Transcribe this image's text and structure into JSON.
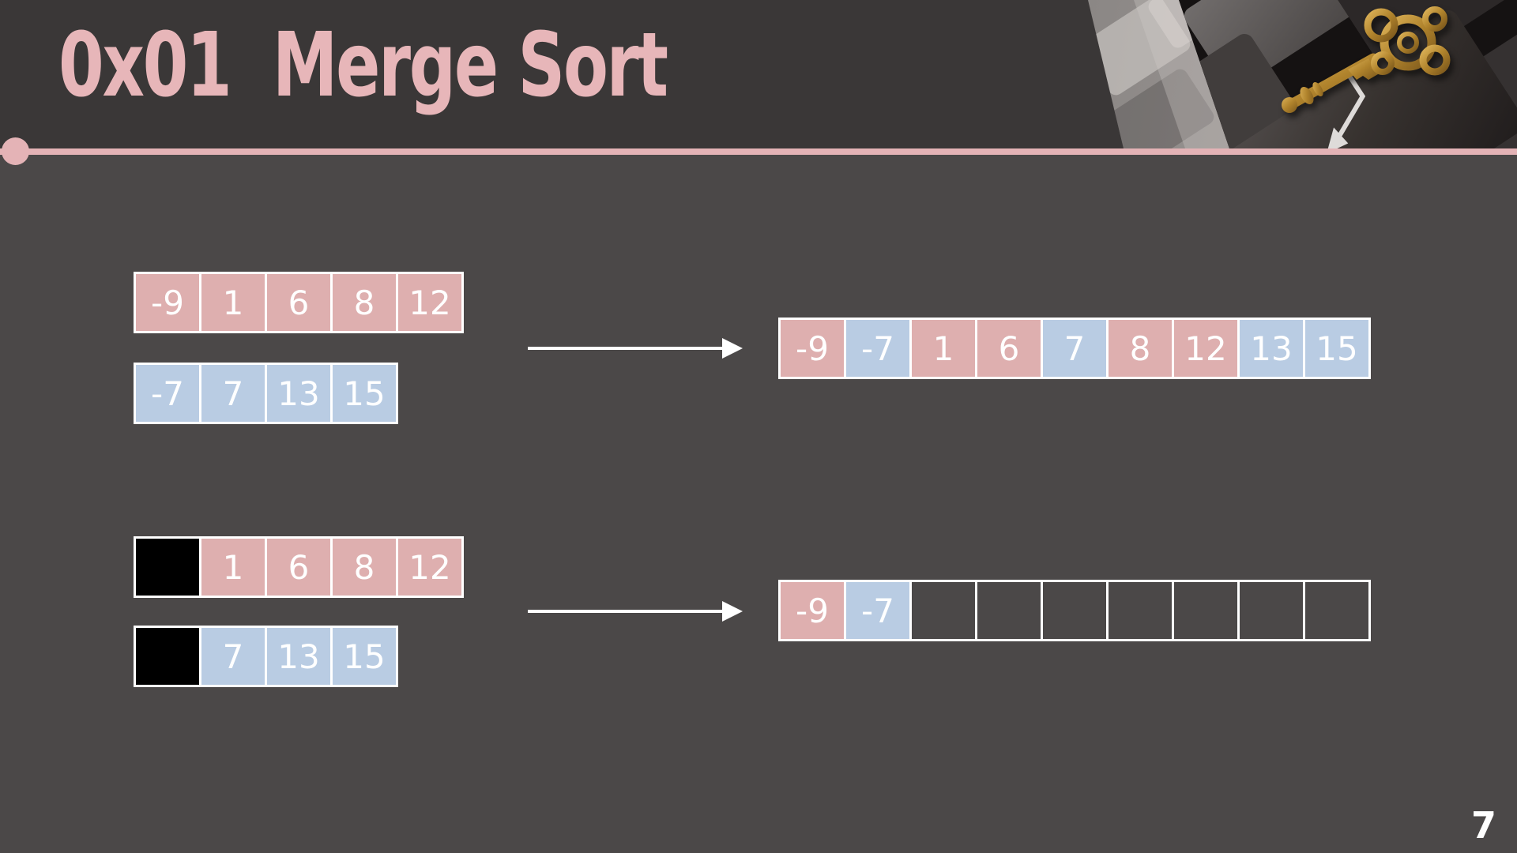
{
  "slide": {
    "title": "0x01  Merge Sort",
    "page_number": "7",
    "accent_color": "#e4b3b6",
    "background_color": "#4b4848",
    "header_color": "#3a3737"
  },
  "photo": {
    "enter_key_label": "Enter"
  },
  "icons": {
    "gold_key": "ornate-gold-key",
    "enter_arrow": "return-arrow",
    "merge_arrow": "right-arrow"
  },
  "cell_colors": {
    "pink": "#deafaf",
    "blue": "#b9cce3",
    "black": "#000000",
    "empty": "transparent",
    "border": "#ffffff"
  },
  "diagram": {
    "arrays": {
      "top_input_a": {
        "cells": [
          {
            "value": "-9",
            "type": "pink"
          },
          {
            "value": "1",
            "type": "pink"
          },
          {
            "value": "6",
            "type": "pink"
          },
          {
            "value": "8",
            "type": "pink"
          },
          {
            "value": "12",
            "type": "pink"
          }
        ]
      },
      "top_input_b": {
        "cells": [
          {
            "value": "-7",
            "type": "blue"
          },
          {
            "value": "7",
            "type": "blue"
          },
          {
            "value": "13",
            "type": "blue"
          },
          {
            "value": "15",
            "type": "blue"
          }
        ]
      },
      "top_merged": {
        "cells": [
          {
            "value": "-9",
            "type": "pink"
          },
          {
            "value": "-7",
            "type": "blue"
          },
          {
            "value": "1",
            "type": "pink"
          },
          {
            "value": "6",
            "type": "pink"
          },
          {
            "value": "7",
            "type": "blue"
          },
          {
            "value": "8",
            "type": "pink"
          },
          {
            "value": "12",
            "type": "pink"
          },
          {
            "value": "13",
            "type": "blue"
          },
          {
            "value": "15",
            "type": "blue"
          }
        ]
      },
      "bottom_input_a": {
        "cells": [
          {
            "value": "",
            "type": "black"
          },
          {
            "value": "1",
            "type": "pink"
          },
          {
            "value": "6",
            "type": "pink"
          },
          {
            "value": "8",
            "type": "pink"
          },
          {
            "value": "12",
            "type": "pink"
          }
        ]
      },
      "bottom_input_b": {
        "cells": [
          {
            "value": "",
            "type": "black"
          },
          {
            "value": "7",
            "type": "blue"
          },
          {
            "value": "13",
            "type": "blue"
          },
          {
            "value": "15",
            "type": "blue"
          }
        ]
      },
      "bottom_merged": {
        "cells": [
          {
            "value": "-9",
            "type": "pink"
          },
          {
            "value": "-7",
            "type": "blue"
          },
          {
            "value": "",
            "type": "empty"
          },
          {
            "value": "",
            "type": "empty"
          },
          {
            "value": "",
            "type": "empty"
          },
          {
            "value": "",
            "type": "empty"
          },
          {
            "value": "",
            "type": "empty"
          },
          {
            "value": "",
            "type": "empty"
          },
          {
            "value": "",
            "type": "empty"
          }
        ]
      }
    }
  }
}
